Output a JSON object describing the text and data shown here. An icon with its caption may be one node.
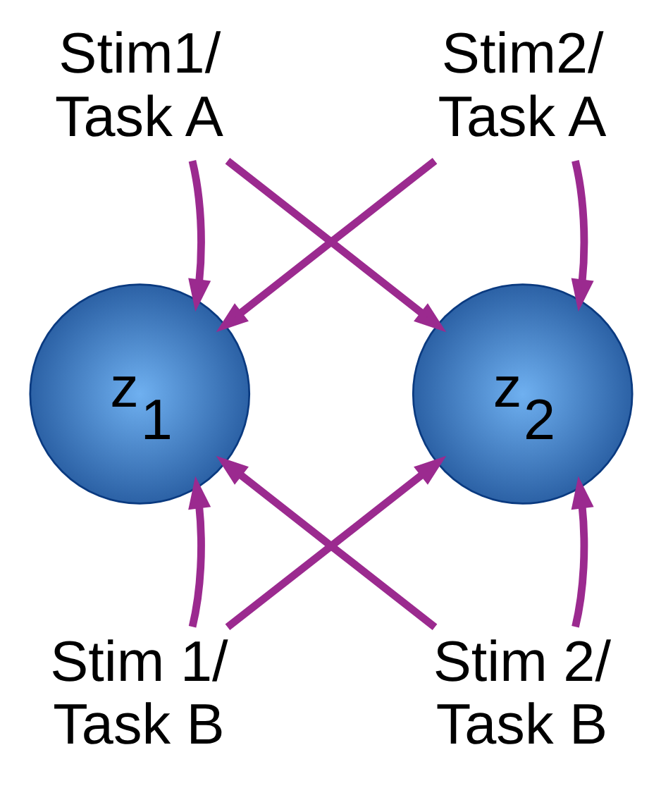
{
  "diagram": {
    "nodes": [
      {
        "text": [
          "Stim1/ Task A"
        ]
      },
      {
        "text": [
          "Stim2/ Task A"
        ]
      },
      {
        "text": [
          "z$_{1}$"
        ]
      },
      {
        "text": [
          "z$_{2}$"
        ]
      },
      {
        "text": [
          "Stim 1/ Task B"
        ]
      },
      {
        "text": [
          "Stim 2/ Task B"
        ]
      }
    ],
    "edges": [
      {
        "from": 0,
        "to": 2,
        "arrow": "to"
      },
      {
        "from": 0,
        "to": 3,
        "arrow": "to"
      },
      {
        "from": 1,
        "to": 2,
        "arrow": "to"
      },
      {
        "from": 1,
        "to": 3,
        "arrow": "to"
      },
      {
        "from": 4,
        "to": 2,
        "arrow": "to"
      },
      {
        "from": 4,
        "to": 3,
        "arrow": "to"
      },
      {
        "from": 5,
        "to": 2,
        "arrow": "to"
      },
      {
        "from": 5,
        "to": 3,
        "arrow": "to"
      }
    ]
  }
}
